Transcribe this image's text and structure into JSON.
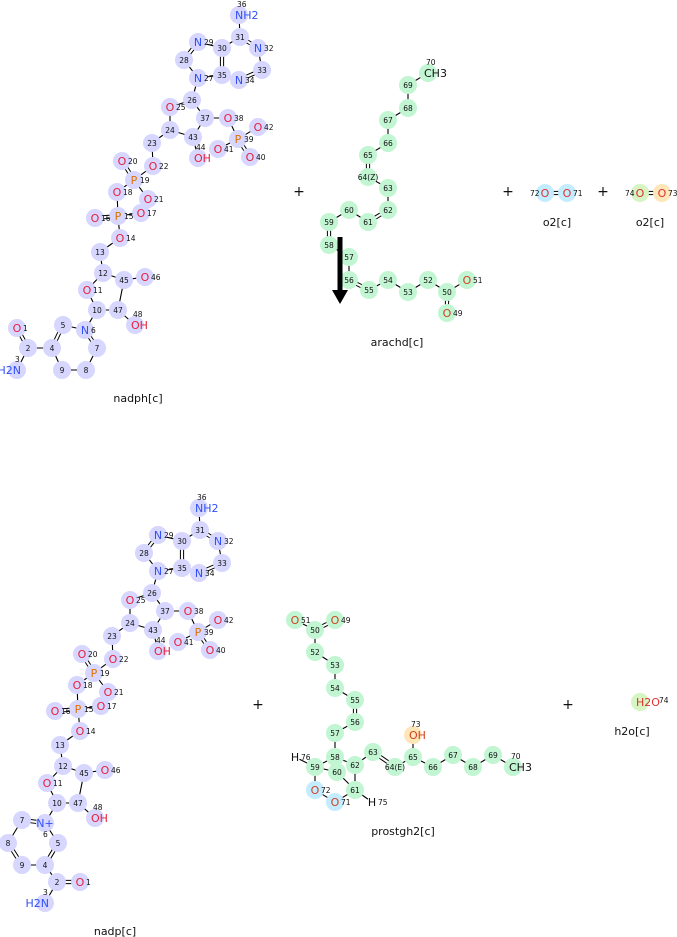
{
  "reaction": {
    "operators": [
      "+",
      "+",
      "+",
      "+",
      "+"
    ],
    "colors": {
      "nitrogen": "#3050f8",
      "oxygen": "#e8203a",
      "phosphorus": "#e07000",
      "highlight_nadp": "#d6d6ff",
      "highlight_lipid": "#c2f5d2",
      "highlight_o2_a": "#c4ecff",
      "highlight_o2_b_74": "#d6f5c2",
      "highlight_o2_b_73": "#ffe6b8"
    }
  },
  "molecules": {
    "nadph": {
      "name": "nadph[c]",
      "atoms": {
        "1": "O",
        "2": "",
        "3": "H2N",
        "4": "",
        "5": "",
        "6": "N",
        "7": "",
        "8": "",
        "9": "",
        "10": "",
        "11": "O",
        "12": "",
        "13": "",
        "14": "O",
        "15": "P",
        "16": "O",
        "17": "O",
        "18": "O",
        "19": "P",
        "20": "O",
        "21": "O",
        "22": "O",
        "23": "",
        "24": "",
        "25": "O",
        "26": "",
        "27": "N",
        "28": "",
        "29": "N",
        "30": "",
        "31": "",
        "32": "N",
        "33": "",
        "34": "N",
        "35": "",
        "36": "NH2",
        "37": "",
        "38": "O",
        "39": "P",
        "40": "O",
        "41": "O",
        "42": "O",
        "43": "",
        "44": "OH",
        "45": "",
        "46": "O",
        "47": "",
        "48": "OH"
      }
    },
    "arachd": {
      "name": "arachd[c]",
      "atoms": {
        "49": "O",
        "50": "",
        "51": "O",
        "52": "",
        "53": "",
        "54": "",
        "55": "",
        "56": "",
        "57": "",
        "58": "",
        "59": "",
        "60": "",
        "61": "",
        "62": "",
        "63": "",
        "64": "(Z)",
        "65": "",
        "66": "",
        "67": "",
        "68": "",
        "69": "",
        "70": "CH3"
      }
    },
    "o2_a": {
      "name": "o2[c]",
      "atoms": {
        "72": "O",
        "71": "O"
      }
    },
    "o2_b": {
      "name": "o2[c]",
      "atoms": {
        "74": "O",
        "73": "O"
      }
    },
    "nadp": {
      "name": "nadp[c]",
      "atoms": {
        "1": "O",
        "2": "",
        "3": "H2N",
        "4": "",
        "5": "",
        "6": "N+",
        "7": "",
        "8": "",
        "9": "",
        "10": "",
        "11": "O",
        "12": "",
        "13": "",
        "14": "O",
        "15": "P",
        "16": "O",
        "17": "O",
        "18": "O",
        "19": "P",
        "20": "O",
        "21": "O",
        "22": "O",
        "23": "",
        "24": "",
        "25": "O",
        "26": "",
        "27": "N",
        "28": "",
        "29": "N",
        "30": "",
        "31": "",
        "32": "N",
        "33": "",
        "34": "N",
        "35": "",
        "36": "NH2",
        "37": "",
        "38": "O",
        "39": "P",
        "40": "O",
        "41": "O",
        "42": "O",
        "43": "",
        "44": "OH",
        "45": "",
        "46": "O",
        "47": "",
        "48": "OH"
      }
    },
    "prostgh2": {
      "name": "prostgh2[c]",
      "atoms": {
        "49": "O",
        "50": "",
        "51": "O",
        "52": "",
        "53": "",
        "54": "",
        "55": "",
        "56": "",
        "57": "",
        "58": "",
        "59": "",
        "60": "",
        "61": "",
        "62": "",
        "63": "",
        "64": "(E)",
        "65": "",
        "66": "",
        "67": "",
        "68": "",
        "69": "",
        "70": "CH3",
        "71": "O",
        "72": "O",
        "73": "OH",
        "75": "H",
        "76": "H"
      }
    },
    "h2o": {
      "name": "h2o[c]",
      "atoms": {
        "74": "H2O"
      }
    }
  }
}
